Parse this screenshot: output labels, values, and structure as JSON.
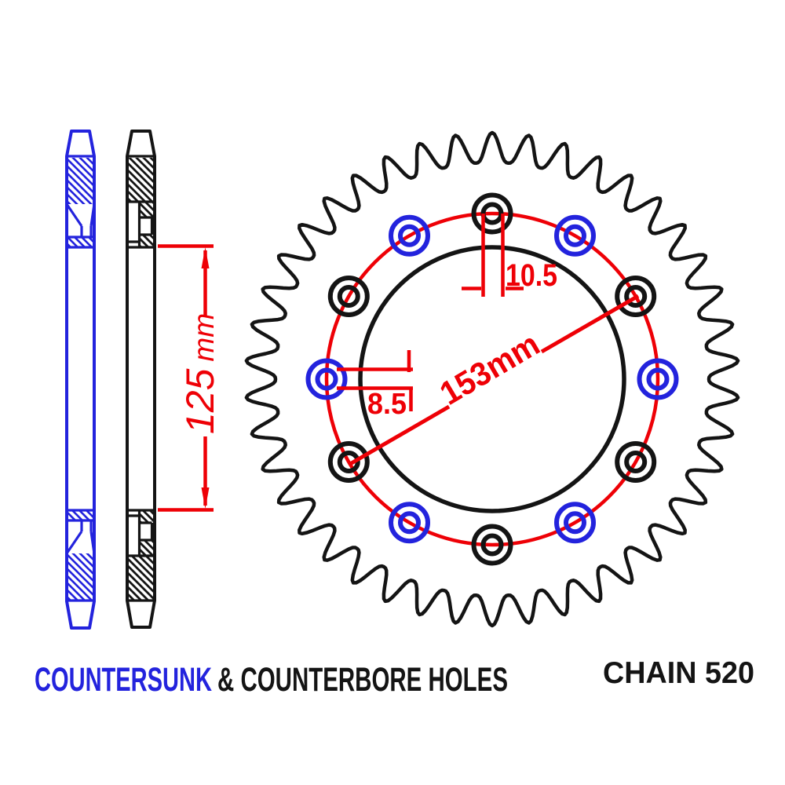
{
  "colors": {
    "red": "#ee0006",
    "blue": "#2323dd",
    "black": "#141414",
    "background": "#ffffff"
  },
  "sprocket": {
    "teeth": 42,
    "counterbore_holes": 6,
    "countersunk_holes": 6,
    "hole_spacing_degrees": 30
  },
  "dimensions": {
    "bore_num": "125",
    "bore_unit": "mm",
    "bolt_circle": "153mm",
    "counterbore_hole_dia": "10.5",
    "countersunk_hole_dia": "8.5"
  },
  "footer": {
    "countersunk_label": "COUNTERSUNK",
    "counterbore_label": "& COUNTERBORE HOLES",
    "chain_label": "CHAIN 520"
  }
}
